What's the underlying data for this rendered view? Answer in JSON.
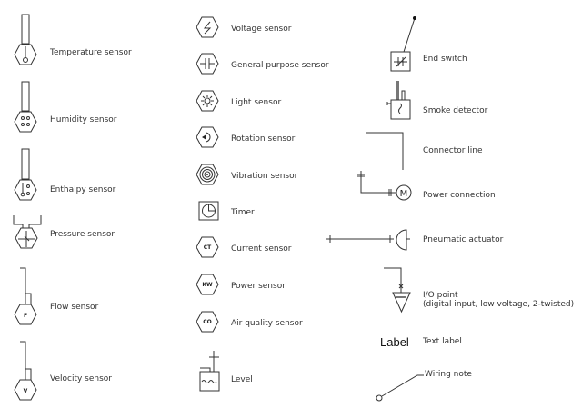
{
  "symbols": {
    "temperature": "Temperature sensor",
    "humidity": "Humidity sensor",
    "enthalpy": "Enthalpy sensor",
    "pressure": "Pressure sensor",
    "flow": "Flow sensor",
    "velocity": "Velocity sensor",
    "voltage": "Voltage sensor",
    "general": "General purpose sensor",
    "light": "Light sensor",
    "rotation": "Rotation sensor",
    "vibration": "Vibration sensor",
    "timer": "Timer",
    "current": "Current sensor",
    "power": "Power sensor",
    "air": "Air quality sensor",
    "level": "Level",
    "end_switch": "End switch",
    "smoke": "Smoke detector",
    "connector": "Connector line",
    "power_conn": "Power connection",
    "pneumatic": "Pneumatic actuator",
    "io_point": "I/O point",
    "io_point_detail": "(digital input, low voltage, 2-twisted)",
    "text_label": "Text label",
    "wiring_note": "Wiring note"
  },
  "glyphs": {
    "flow": "F",
    "velocity": "V",
    "current": "CT",
    "power": "KW",
    "air": "CO",
    "motor": "M",
    "label_sample": "Label"
  }
}
